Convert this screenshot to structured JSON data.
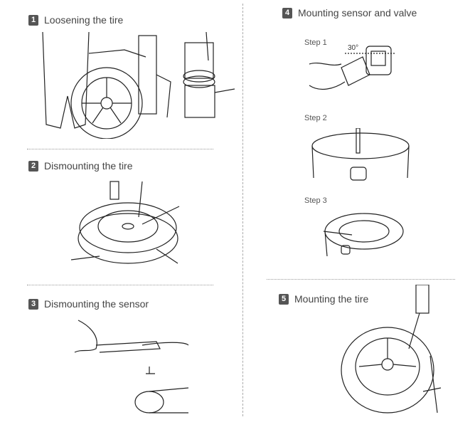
{
  "sections": [
    {
      "number": "1",
      "title": "Loosening the tire"
    },
    {
      "number": "2",
      "title": "Dismounting the tire"
    },
    {
      "number": "3",
      "title": "Dismounting the sensor"
    },
    {
      "number": "4",
      "title": "Mounting sensor and valve"
    },
    {
      "number": "5",
      "title": "Mounting the tire"
    }
  ],
  "steps": [
    "Step 1",
    "Step 2",
    "Step 3"
  ],
  "angle_label": "30°"
}
